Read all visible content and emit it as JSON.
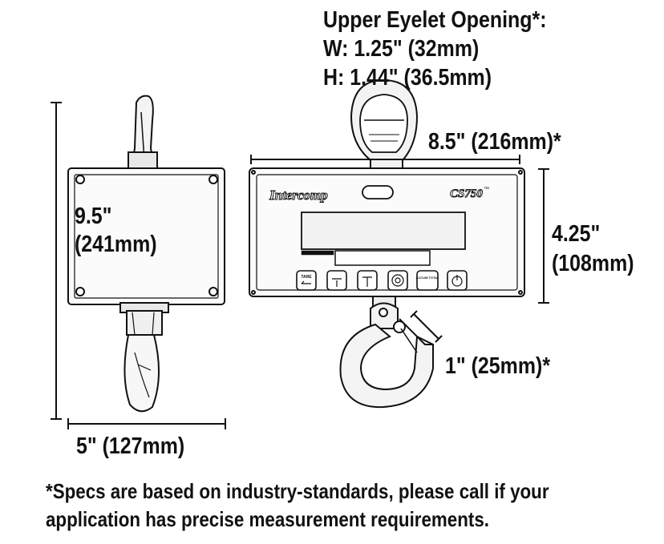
{
  "eyelet": {
    "title": "Upper Eyelet Opening*:",
    "width": "W: 1.25\" (32mm)",
    "height": "H: 1.44\" (36.5mm)"
  },
  "side_view": {
    "height_in": "9.5\"",
    "height_mm": "(241mm)",
    "width": "5\" (127mm)"
  },
  "front_view": {
    "width": "8.5\" (216mm)*",
    "height_in": "4.25\"",
    "height_mm": "(108mm)",
    "hook_opening": "1\" (25mm)*"
  },
  "device": {
    "brand": "Intercomp",
    "model": "CS750",
    "model_mark": "™",
    "keys": [
      "TARE",
      "",
      "",
      "",
      "ACCUM TOTAL",
      ""
    ]
  },
  "footnote": {
    "line1": "*Specs are based on industry-standards, please call if your",
    "line2": "application has precise measurement requirements."
  }
}
